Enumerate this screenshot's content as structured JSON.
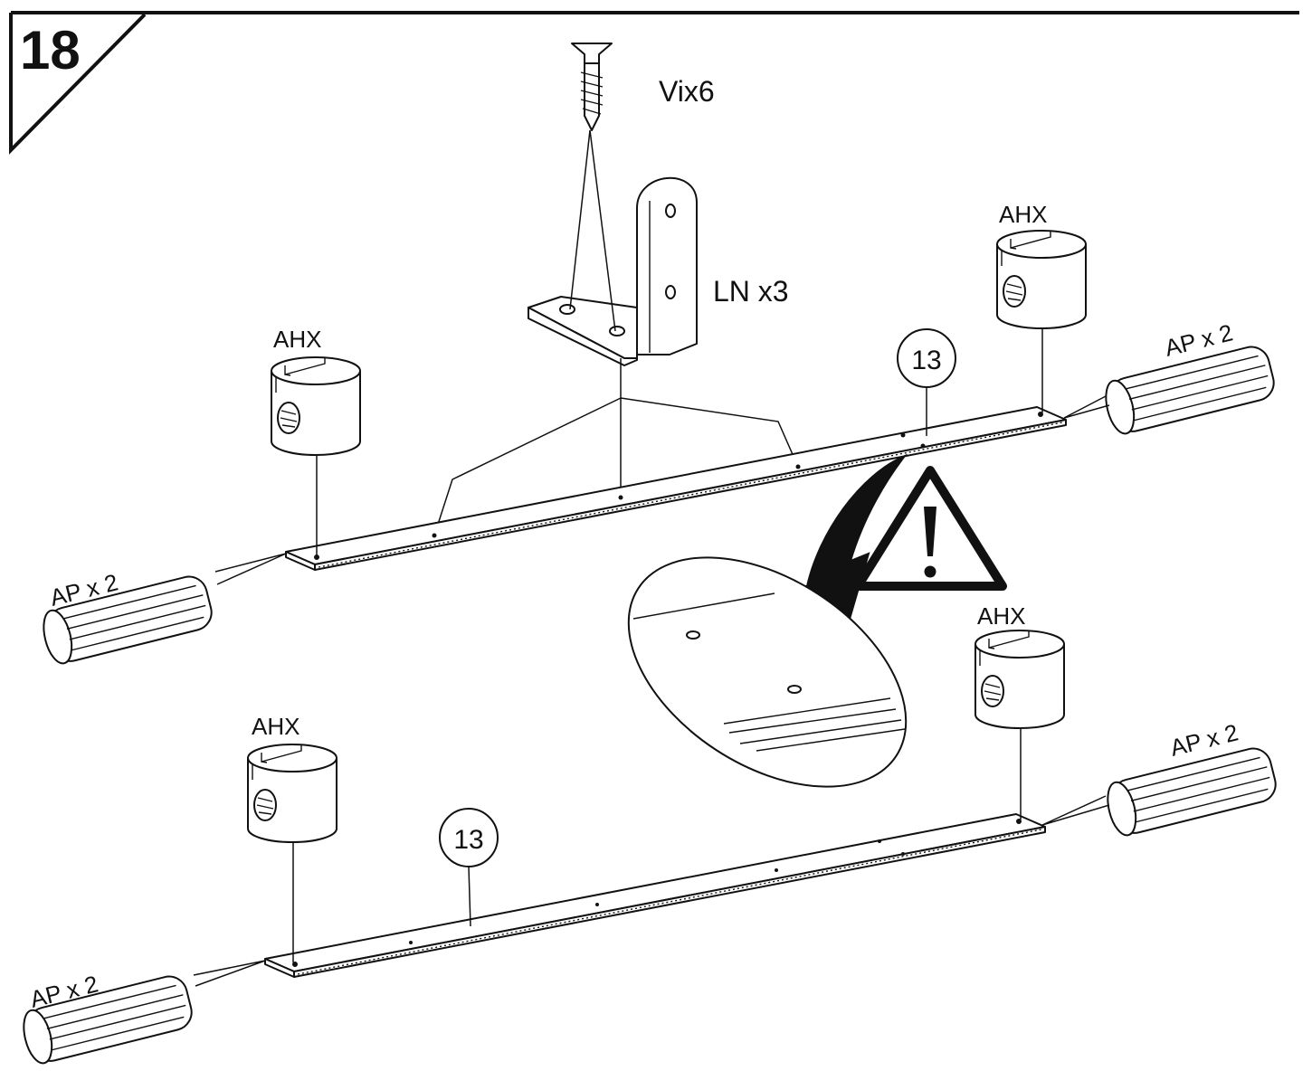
{
  "step": {
    "number": "18"
  },
  "parts": {
    "screw": {
      "label": "Vix6",
      "icon": "screw-icon"
    },
    "bracket": {
      "label": "LN x3",
      "icon": "l-bracket-icon"
    },
    "cam_nut_label": "AHX",
    "dowel_label": "AP x 2",
    "panel_ref": "13"
  },
  "warning": {
    "icon": "warning-triangle-icon"
  },
  "colors": {
    "ink": "#111111",
    "paper": "#ffffff"
  }
}
